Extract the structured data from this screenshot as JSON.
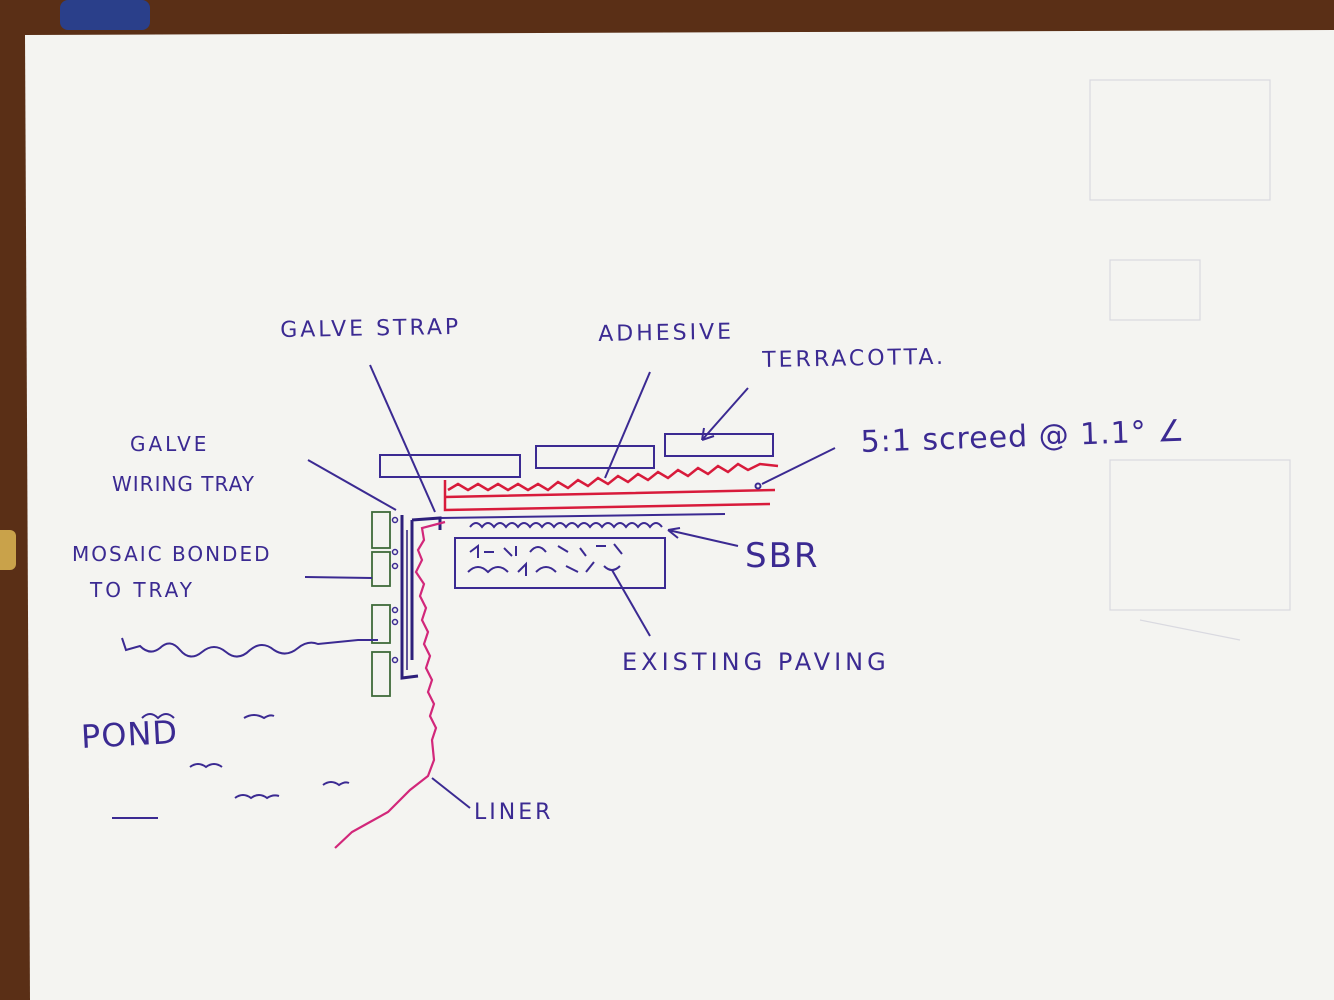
{
  "labels": {
    "galve_strap": "GALVE STRAP",
    "adhesive": "ADHESIVE",
    "terracotta": "TERRACOTTA.",
    "screed": "5:1 screed @ 1.1° ∠",
    "galve_wiring_tray_line1": "GALVE",
    "galve_wiring_tray_line2": "WIRING TRAY",
    "mosaic_line1": "MOSAIC BONDED",
    "mosaic_line2": "TO TRAY",
    "sbr": "SBR",
    "existing_paving": "EXISTING PAVING",
    "pond": "POND",
    "liner": "LINER"
  },
  "colors": {
    "ink": "#3b2a92",
    "liner_red": "#d81b3b",
    "liner_pink": "#d2277a",
    "tile_green": "#3f6b3a",
    "paper": "#f4f4f1",
    "table": "#5a2f16"
  }
}
